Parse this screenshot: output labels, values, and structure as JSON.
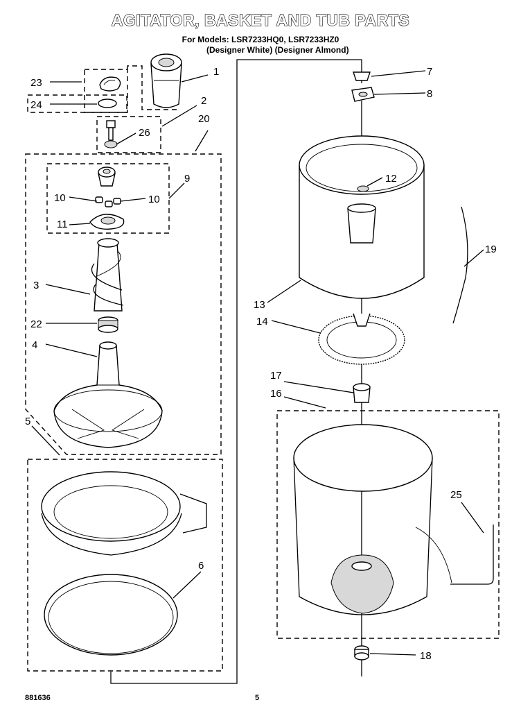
{
  "header": {
    "title": "AGITATOR, BASKET AND TUB PARTS",
    "models": "For Models: LSR7233HQ0, LSR7233HZ0",
    "designer": "(Designer White) (Designer Almond)"
  },
  "footer": {
    "code": "881636",
    "page": "5"
  },
  "callouts": [
    "1",
    "2",
    "3",
    "4",
    "5",
    "6",
    "7",
    "8",
    "9",
    "10",
    "10",
    "11",
    "12",
    "13",
    "14",
    "16",
    "17",
    "18",
    "19",
    "20",
    "22",
    "23",
    "24",
    "25",
    "26"
  ]
}
